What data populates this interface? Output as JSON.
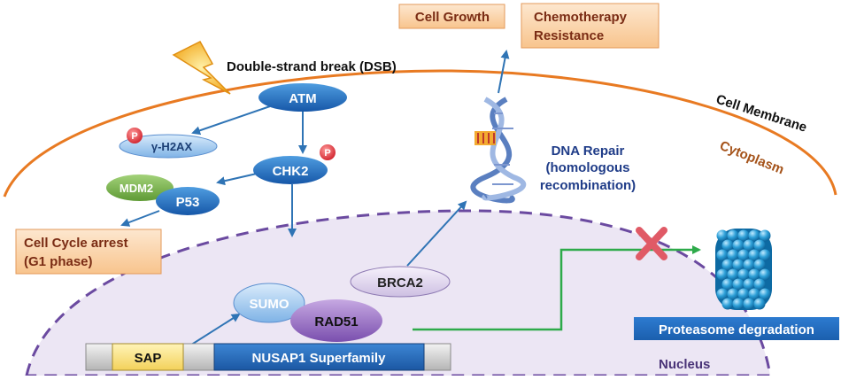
{
  "labels": {
    "dsb": "Double-strand break (DSB)",
    "cell_membrane": "Cell Membrane",
    "cytoplasm": "Cytoplasm",
    "nucleus": "Nucleus",
    "dna_repair": [
      "DNA Repair",
      "(homologous",
      "recombination)"
    ]
  },
  "outcomes": {
    "cell_growth": "Cell Growth",
    "chemo": [
      "Chemotherapy",
      "Resistance"
    ],
    "cell_cycle": [
      "Cell Cycle arrest",
      "(G1 phase)"
    ],
    "proteasome": "Proteasome degradation"
  },
  "proteins": {
    "atm": "ATM",
    "chk2": "CHK2",
    "h2ax": "γ-H2AX",
    "mdm2": "MDM2",
    "p53": "P53",
    "brca2": "BRCA2",
    "sumo": "SUMO",
    "rad51": "RAD51",
    "phospho": "P"
  },
  "domain_bar": {
    "sap": "SAP",
    "superfamily": "NUSAP1 Superfamily"
  },
  "colors": {
    "blue_node": "#1f66b8",
    "membrane": "#e87a22",
    "nucleus_fill": "#ece6f4",
    "nucleus_border": "#6b4aa0",
    "outcome_fill": "#fbd9b4",
    "label_text": "#7a2c14",
    "arrow": "#2f74b5",
    "green_arrow": "#2eaa4a",
    "x_mark": "#e05a66"
  }
}
